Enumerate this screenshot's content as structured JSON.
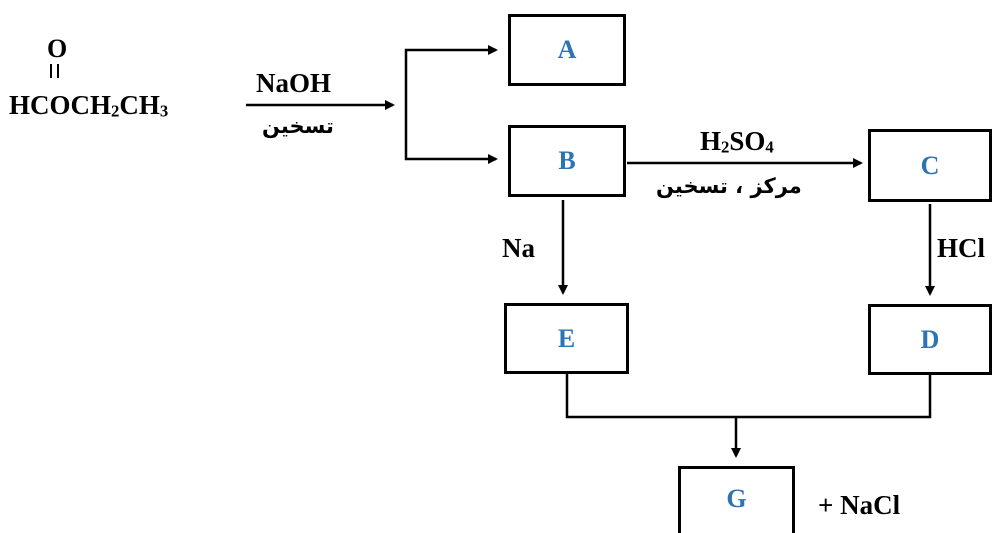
{
  "reactant": {
    "carbonyl_oxygen": "O",
    "formula_parts": [
      "HCOCH",
      "2",
      "CH",
      "3"
    ]
  },
  "step1": {
    "reagent": "NaOH",
    "condition": "تسخين"
  },
  "boxes": {
    "A": "A",
    "B": "B",
    "C": "C",
    "D": "D",
    "E": "E",
    "G": "G"
  },
  "step_b_to_c": {
    "reagent_parts": [
      "H",
      "2",
      "SO",
      "4"
    ],
    "condition": "مركز ، تسخين"
  },
  "step_b_to_e": {
    "reagent": "Na"
  },
  "step_c_to_d": {
    "reagent": "HCl"
  },
  "byproduct": "+ NaCl",
  "colors": {
    "box_label": "#2e74b5",
    "line": "#000000",
    "text": "#000000"
  }
}
